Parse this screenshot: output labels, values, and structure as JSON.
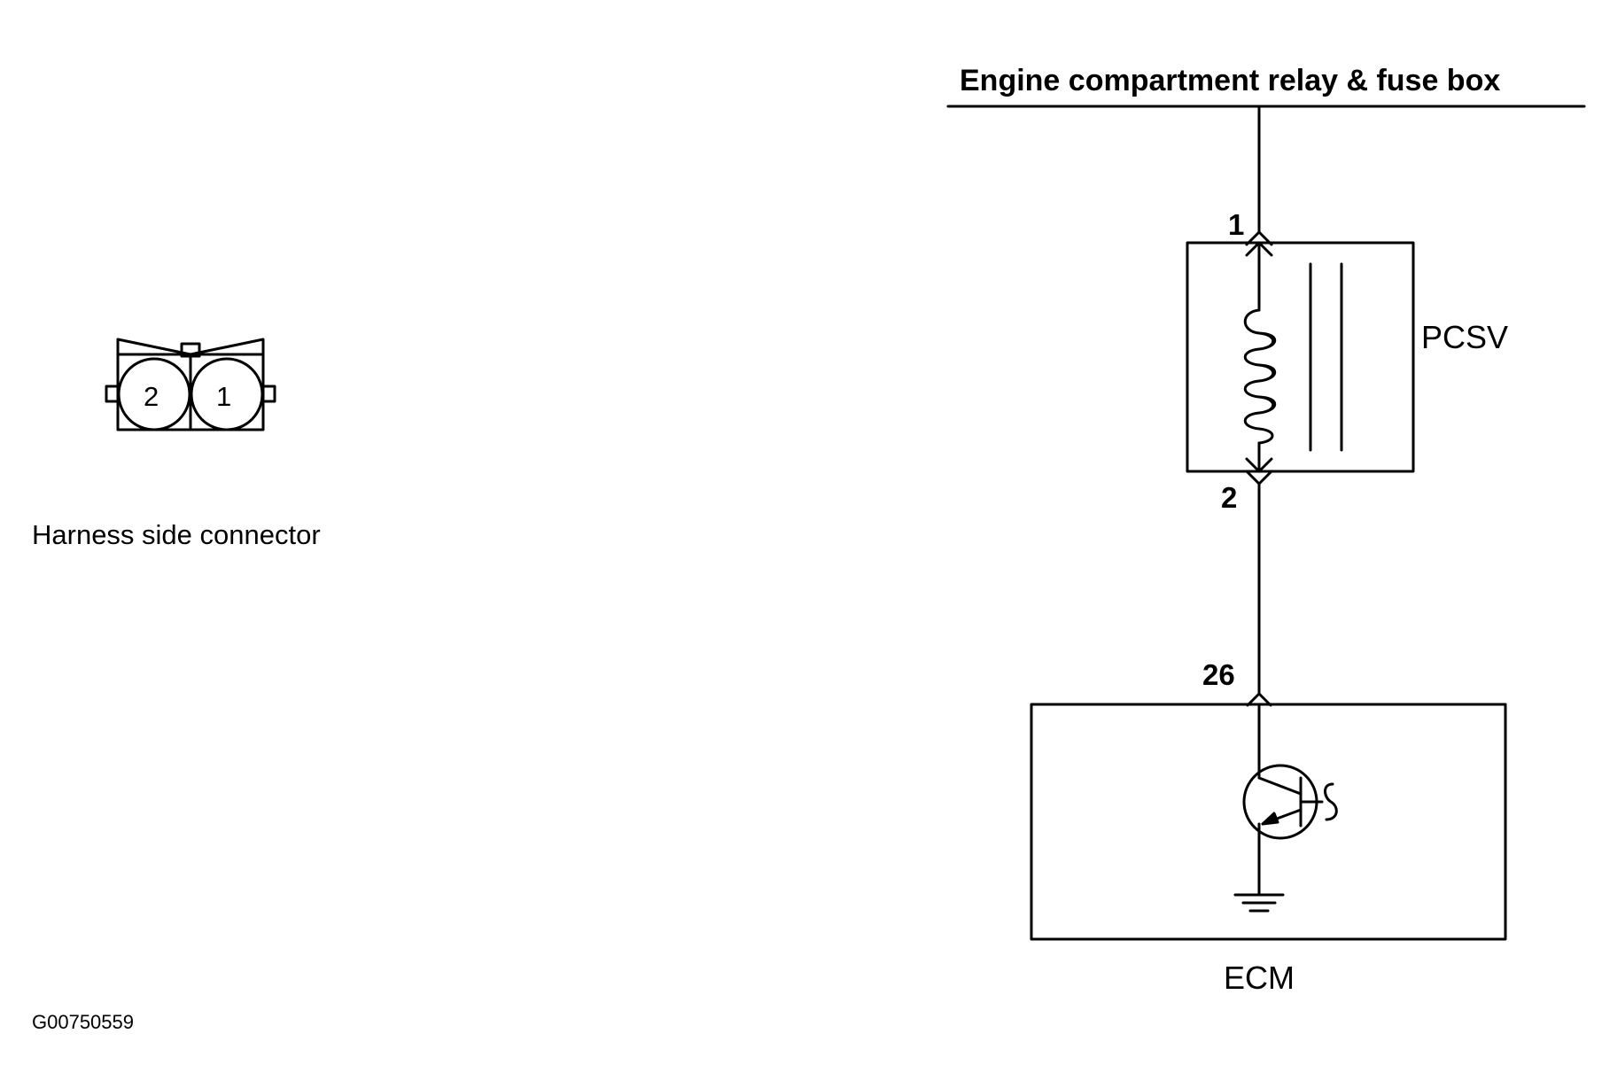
{
  "power_source": {
    "label": "Engine compartment relay & fuse box"
  },
  "component": {
    "name": "PCSV",
    "pin_top": "1",
    "pin_bottom": "2"
  },
  "ecm": {
    "name": "ECM",
    "pin": "26"
  },
  "connector": {
    "caption": "Harness side connector",
    "terminal_left": "2",
    "terminal_right": "1"
  },
  "figure_id": "G00750559",
  "colors": {
    "line": "#000000",
    "background": "#ffffff"
  }
}
